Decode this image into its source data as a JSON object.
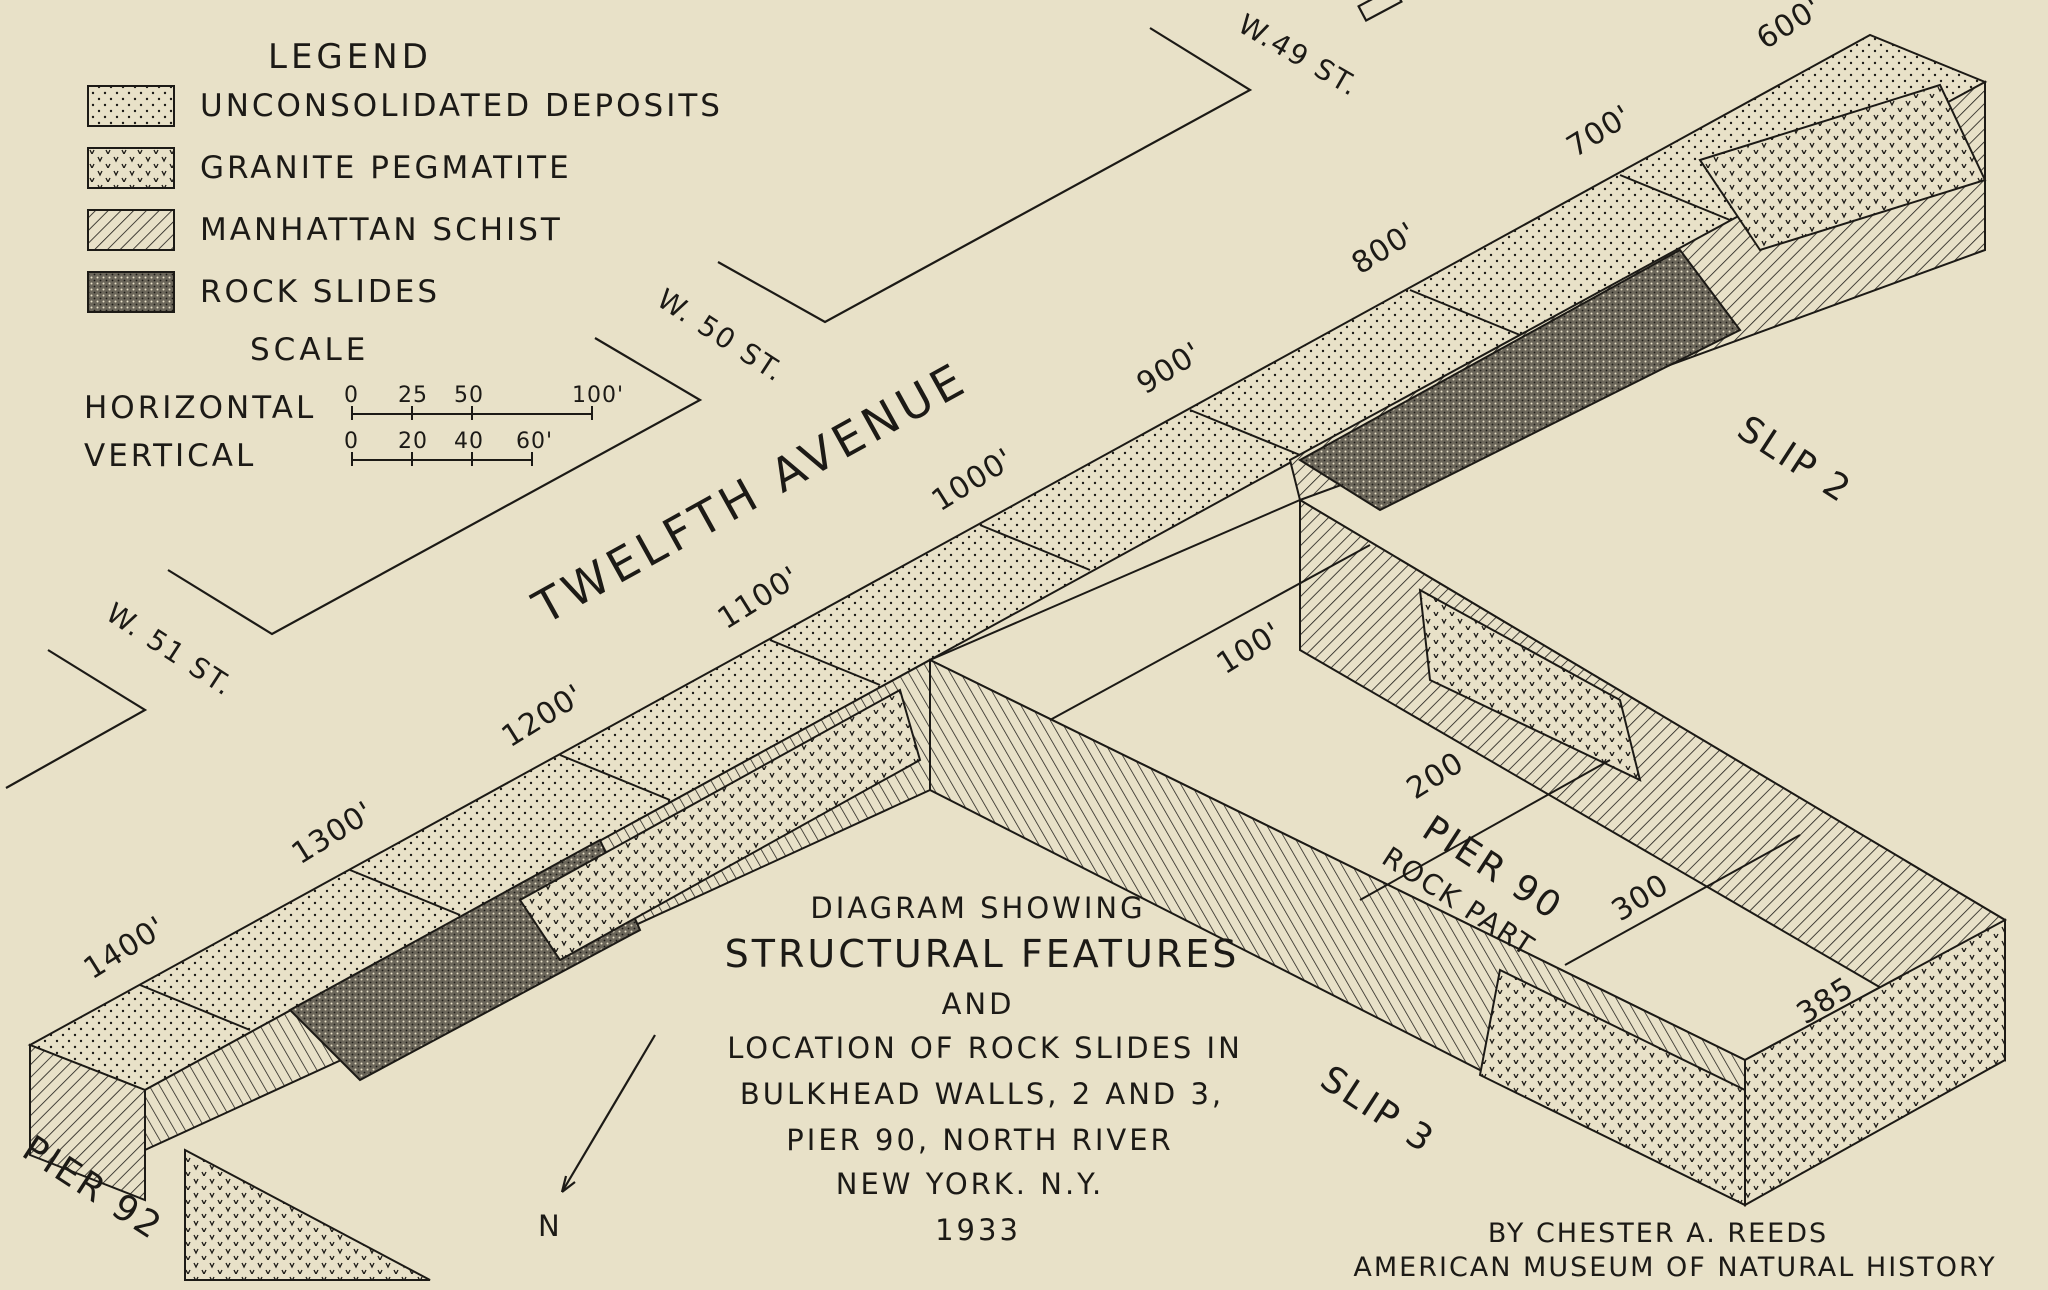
{
  "legend": {
    "title": "LEGEND",
    "items": [
      {
        "label": "UNCONSOLIDATED DEPOSITS",
        "pattern": "dots"
      },
      {
        "label": "GRANITE PEGMATITE",
        "pattern": "v-marks"
      },
      {
        "label": "MANHATTAN SCHIST",
        "pattern": "diagonal-hatch"
      },
      {
        "label": "ROCK SLIDES",
        "pattern": "stipple-dense"
      }
    ]
  },
  "scale": {
    "title": "SCALE",
    "horizontal_label": "HORIZONTAL",
    "vertical_label": "VERTICAL",
    "horizontal_ticks": [
      "0",
      "25",
      "50",
      "100'"
    ],
    "vertical_ticks": [
      "0",
      "20",
      "40",
      "60'"
    ]
  },
  "streets": {
    "w49": "W.49 ST.",
    "w50": "W. 50 ST.",
    "w51": "W. 51 ST.",
    "avenue": "TWELFTH AVENUE"
  },
  "distance_marks": [
    "1400'",
    "1300'",
    "1200'",
    "1100'",
    "1000'",
    "900'",
    "800'",
    "700'",
    "600'"
  ],
  "pier_marks": [
    "100'",
    "200",
    "300",
    "385"
  ],
  "labels": {
    "slip2": "SLIP 2",
    "slip3": "SLIP 3",
    "pier92": "PIER 92",
    "pier90": "PIER 90",
    "rock_part": "ROCK PART",
    "north": "N"
  },
  "title": {
    "line1": "DIAGRAM SHOWING",
    "line2": "STRUCTURAL FEATURES",
    "line3": "AND",
    "line4": "LOCATION OF ROCK SLIDES IN",
    "line5": "BULKHEAD WALLS, 2 AND 3,",
    "line6": "PIER 90, NORTH RIVER",
    "line7": "NEW YORK. N.Y.",
    "line8": "1933"
  },
  "credit": {
    "author": "BY CHESTER A. REEDS",
    "institution": "AMERICAN MUSEUM OF NATURAL HISTORY"
  },
  "colors": {
    "paper": "#e8e1c8",
    "ink": "#1c1a16"
  }
}
